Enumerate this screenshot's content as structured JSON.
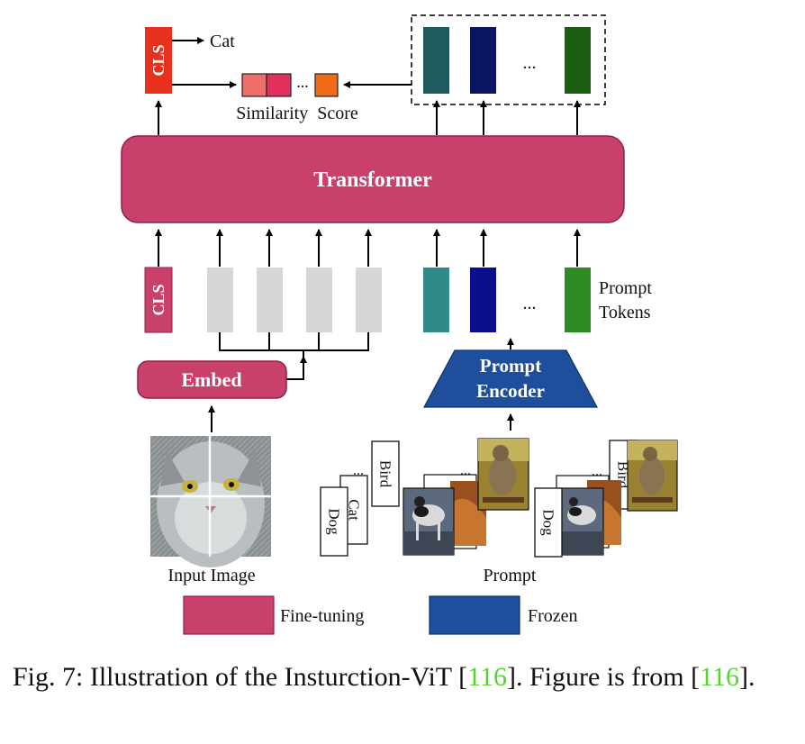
{
  "diagram": {
    "cls_top": "CLS",
    "cat_label": "Cat",
    "ellipsis": "...",
    "similarity_label": "Similarity  Score",
    "transformer_label": "Transformer",
    "cls_bottom": "CLS",
    "prompt_tokens_line1": "Prompt",
    "prompt_tokens_line2": "Tokens",
    "embed_label": "Embed",
    "prompt_encoder_line1": "Prompt",
    "prompt_encoder_line2": "Encoder",
    "input_image_label": "Input Image",
    "prompt_label": "Prompt",
    "card_bird": "Bird",
    "card_cat": "Cat",
    "card_dog": "Dog",
    "card_dog_2": "Dog",
    "card_bird_2": "Bird",
    "legend_finetuning": "Fine-tuning",
    "legend_frozen": "Frozen"
  },
  "caption": {
    "prefix": "Fig. 7: Illustration of the Insturction-ViT [",
    "ref1": "116",
    "middle": "]. Figure is from [",
    "ref2": "116",
    "suffix": "]."
  },
  "colors": {
    "finetuning": "#c9416b",
    "frozen": "#1f4e9c",
    "cls_top": "#e8311c",
    "sim_box1": "#ee6f6a",
    "sim_box2": "#e32f5c",
    "sim_box3": "#f06a18",
    "token_teal_dark": "#1f5a5e",
    "token_navy": "#0c1563",
    "token_green_dark": "#1c5f13",
    "token_teal": "#2f8b8a",
    "token_blue": "#0a0f8c",
    "token_green": "#2e8b23",
    "patch_gray": "#d6d6d6"
  }
}
